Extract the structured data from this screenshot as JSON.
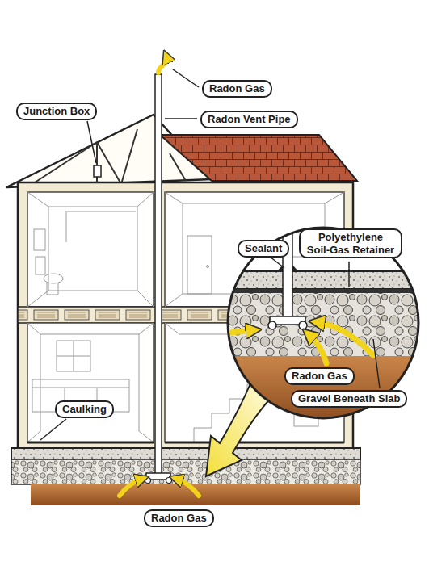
{
  "diagram": {
    "nodes": [
      {
        "text": [
          "Radon Gas"
        ]
      },
      {
        "text": [
          "Junction Box"
        ]
      },
      {
        "text": [
          "Radon Vent Pipe"
        ]
      },
      {
        "text": [
          "Sealant"
        ]
      },
      {
        "text": [
          "Polyethylene Soil-Gas Retainer"
        ]
      },
      {
        "text": [
          "Radon Gas"
        ]
      },
      {
        "text": [
          "Gravel Beneath Slab"
        ]
      },
      {
        "text": [
          "Caulking"
        ]
      },
      {
        "text": [
          "Radon Gas"
        ]
      }
    ]
  }
}
